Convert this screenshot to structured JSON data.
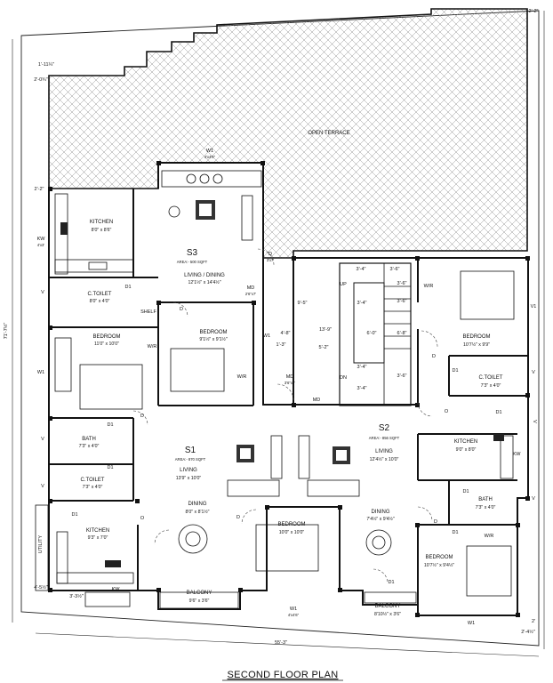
{
  "title": "SECOND FLOOR PLAN",
  "terrace": {
    "label": "OPEN TERRACE"
  },
  "units": [
    {
      "code": "S3",
      "area": "AREA:- 500 SQFT"
    },
    {
      "code": "S2",
      "area": "AREA:- 856 SQFT"
    },
    {
      "code": "S1",
      "area": "AREA:- 870 SQFT"
    }
  ],
  "rooms": [
    {
      "name": "KITCHEN",
      "size": "8'0\" x 8'6\""
    },
    {
      "name": "LIVING / DINING",
      "size": "12'1½\" x 14'4½\""
    },
    {
      "name": "C.TOILET",
      "size": "8'0\" x 4'0\""
    },
    {
      "name": "BEDROOM",
      "size": "11'0\" x 10'0\""
    },
    {
      "name": "BEDROOM",
      "size": "9'1½\" x 9'1½\""
    },
    {
      "name": "BATH",
      "size": "7'3\" x 4'0\""
    },
    {
      "name": "C.TOILET",
      "size": "7'3\" x 4'0\""
    },
    {
      "name": "LIVING",
      "size": "13'9\" x 10'0\""
    },
    {
      "name": "KITCHEN",
      "size": "9'3\" x 7'0\""
    },
    {
      "name": "DINING",
      "size": "8'0\" x 8'1½\""
    },
    {
      "name": "BALCONY",
      "size": "9'6\" x 3'6\""
    },
    {
      "name": "BEDROOM",
      "size": "10'0\" x 10'0\""
    },
    {
      "name": "DINING",
      "size": "7'4½\" x 9'4½\""
    },
    {
      "name": "BALCONY",
      "size": "8'10½\" x 3'6\""
    },
    {
      "name": "LIVING",
      "size": "12'4½\" x 10'0\""
    },
    {
      "name": "KITCHEN",
      "size": "9'0\" x 8'0\""
    },
    {
      "name": "BATH",
      "size": "7'3\" x 4'0\""
    },
    {
      "name": "BEDROOM",
      "size": "10'7½\" x 9'4½\""
    },
    {
      "name": "BEDROOM",
      "size": "10'7½\" x 9'9\""
    },
    {
      "name": "C.TOILET",
      "size": "7'3\" x 4'0\""
    }
  ],
  "tags": [
    "W1",
    "KW",
    "D1",
    "MD",
    "D",
    "V",
    "SHELF",
    "W/R",
    "UTILITY",
    "O",
    "UP",
    "DN",
    "V1"
  ],
  "window_sizes": [
    "4'x4'6\"",
    "4'x3'",
    "3'x7'",
    "2'6\"x7'",
    "3'6\"x7'",
    "2'x2'"
  ],
  "dimensions": [
    "2'-2\"",
    "1'-11¼\"",
    "2'-0¾\"",
    "2'-2\"",
    "3'-4\"",
    "3'-6\"",
    "3'-6\"",
    "3'-4\"",
    "6'-0\"",
    "6'-8\"",
    "13'-9\"",
    "9'-5\"",
    "5'-2\"",
    "4'-8\"",
    "1'-3\"",
    "3'-6\"",
    "3'-4\"",
    "3'-4\"",
    "3'-6\"",
    "4'-5½\"",
    "3'-3½\"",
    "55'-3\"",
    "2'",
    "2'-4½\"",
    "71'-7½\""
  ],
  "stair_count": 6
}
